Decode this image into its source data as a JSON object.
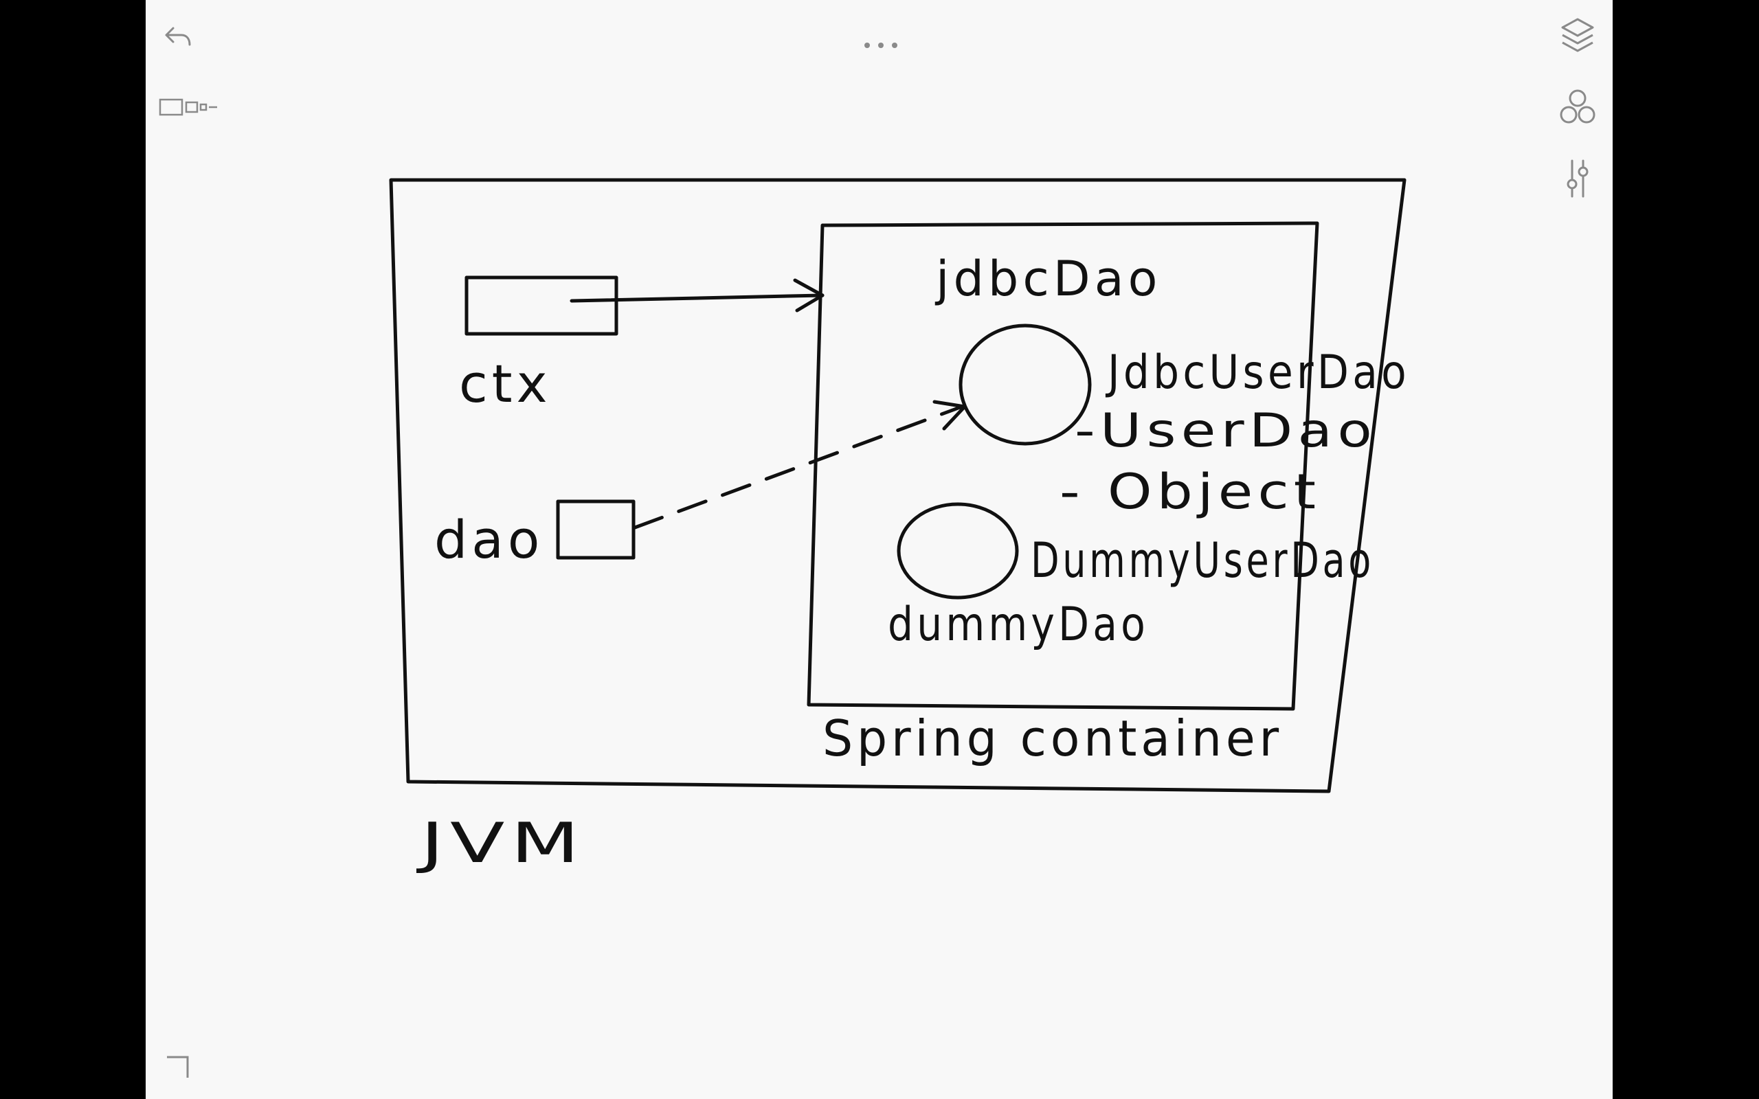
{
  "app": {
    "background_color": "#000000",
    "canvas_color": "#f8f8f8",
    "ink_color": "#111111",
    "icon_color": "#8a8a8a"
  },
  "toolbar": {
    "left": [
      {
        "name": "undo-icon"
      },
      {
        "name": "page-thumbnails-icon"
      }
    ],
    "center": {
      "name": "more-options-icon",
      "glyph": "•••"
    },
    "right": [
      {
        "name": "layers-icon"
      },
      {
        "name": "color-circles-icon"
      },
      {
        "name": "adjustments-sliders-icon"
      }
    ]
  },
  "sketch": {
    "jvm_label": "JVM",
    "container_label": "Spring container",
    "ctx_label": "ctx",
    "dao_label": "dao",
    "bean1_id": "jdbcDao",
    "bean1_class": "JdbcUserDao",
    "bean1_interface": "-UserDao",
    "bean1_superclass": "- Object",
    "bean2_class": "DummyUserDao",
    "bean2_id": "dummyDao"
  }
}
